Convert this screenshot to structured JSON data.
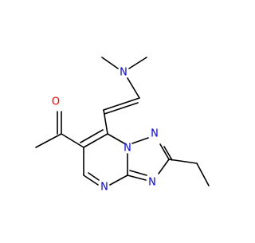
{
  "molecule": {
    "atom_labels": {
      "amine_nitrogen": "N",
      "carbonyl_oxygen": "O",
      "triazole_n1": "N",
      "triazole_n2": "N",
      "triazole_n4": "N",
      "pyrimidine_n": "N"
    },
    "colors": {
      "bond": "#000000",
      "nitrogen": "#0000ff",
      "oxygen": "#ff0000",
      "background": "#ffffff"
    }
  }
}
